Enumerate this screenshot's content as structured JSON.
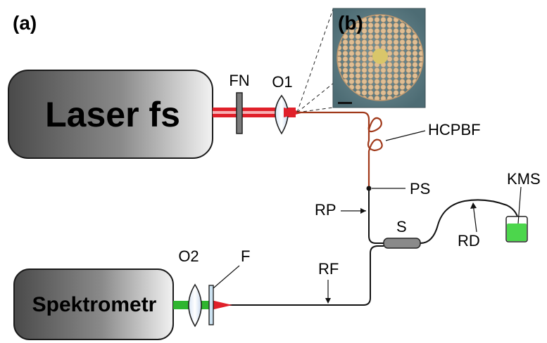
{
  "panel_labels": {
    "a": "(a)",
    "b": "(b)"
  },
  "components": {
    "laser": "Laser fs",
    "spectrometer": "Spektrometr",
    "filter_nd": "FN",
    "objective_1": "O1",
    "objective_2": "O2",
    "filter": "F",
    "fiber_hcpbf": "HCPBF",
    "splice": "PS",
    "probe_arm": "RP",
    "sample_arm": "RD",
    "reference_arm": "RF",
    "splitter": "S",
    "cuvette": "KMS"
  },
  "colors": {
    "fiber_hollow": "#a0391a",
    "fiber_std": "#111111",
    "beam_red": "#e0202a",
    "beam_green": "#2fb52f",
    "cuvette_liquid": "#4cd64c",
    "inset_bg": "#5d7e86",
    "inset_core": "#d9b48a"
  }
}
